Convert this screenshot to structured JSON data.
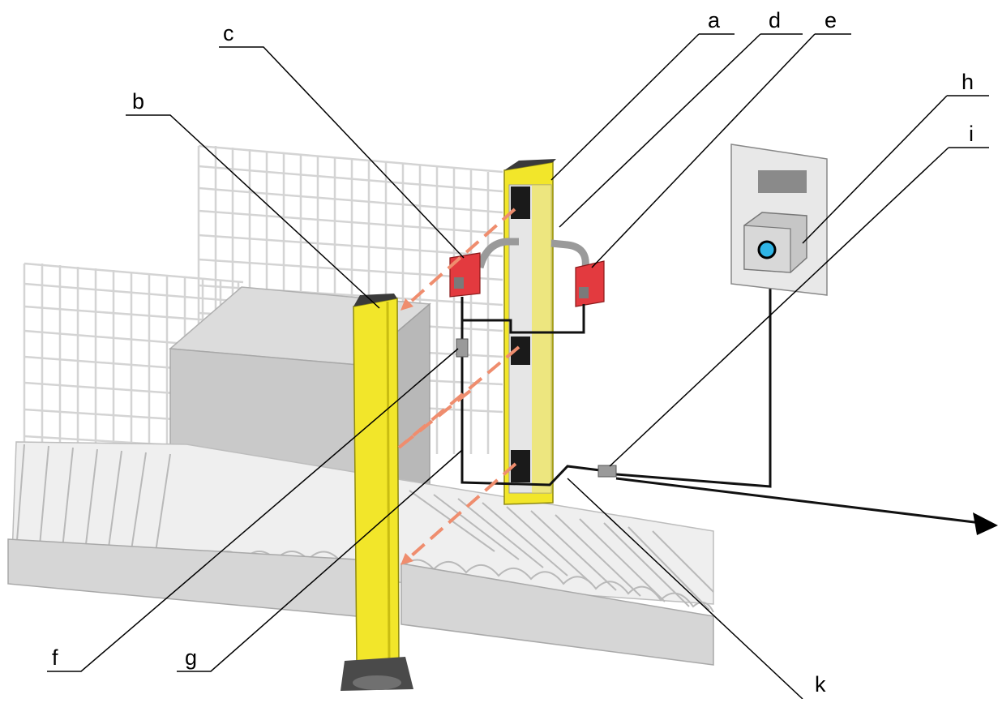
{
  "callouts": {
    "a": "a",
    "b": "b",
    "c": "c",
    "d": "d",
    "e": "e",
    "f": "f",
    "g": "g",
    "h": "h",
    "i": "i",
    "k": "k"
  },
  "colors": {
    "column": "#f2e62a",
    "column_dark": "#c9bd12",
    "sensor": "#e33a3f",
    "beam": "#ef8d6e",
    "fence": "#d2d2d2",
    "box": "#c8c8c8",
    "button": "#2fb5e6"
  }
}
